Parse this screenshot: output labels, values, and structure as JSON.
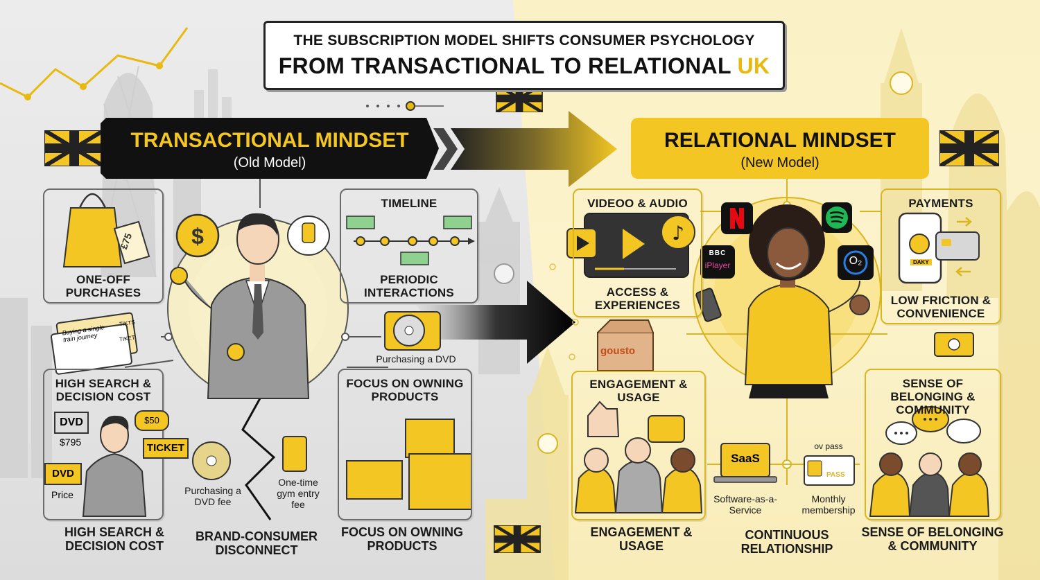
{
  "title": {
    "line1": "THE SUBSCRIPTION MODEL SHIFTS CONSUMER PSYCHOLOGY",
    "line2_main": "FROM TRANSACTIONAL TO RELATIONAL",
    "line2_accent": "UK"
  },
  "left": {
    "heading": "TRANSACTIONAL MINDSET",
    "subheading": "(Old Model)",
    "cards": {
      "oneoff": {
        "title": "ONE-OFF PURCHASES",
        "tag": "£75"
      },
      "timeline": {
        "title": "TIMELINE",
        "caption": "PERIODIC INTERACTIONS"
      },
      "search": {
        "title": "HIGH SEARCH & DECISION COST",
        "dvd": "DVD",
        "price1": "$795",
        "price2": "$50",
        "ticket": "TICKET",
        "dvd2": "DVD",
        "price_label": "Price"
      },
      "owning": {
        "title": "FOCUS ON OWNING PRODUCTS"
      }
    },
    "ticket_text": "Buying a single train journey",
    "ticket_stub": "TIKTS",
    "ticket_stub2": "TIKET",
    "dvd_side": "Purchasing a DVD",
    "dvd_fee": "Purchasing a DVD fee",
    "gym_fee": "One-time gym entry fee",
    "bottom": {
      "search": "HIGH SEARCH & DECISION COST",
      "disconnect": "BRAND-CONSUMER DISCONNECT",
      "owning": "FOCUS ON OWNING PRODUCTS"
    }
  },
  "right": {
    "heading": "RELATIONAL MINDSET",
    "subheading": "(New Model)",
    "cards": {
      "video": {
        "title": "VIDEOO & AUDIO",
        "caption": "ACCESS & EXPERIENCES"
      },
      "payments": {
        "title": "PAYMENTS",
        "caption": "LOW FRICTION & CONVENIENCE",
        "card_text": "DAKY"
      },
      "engagement": {
        "title": "ENGAGEMENT & USAGE"
      },
      "belonging": {
        "title": "SENSE OF BELONGING & COMMUNITY"
      }
    },
    "logos": {
      "bbc_top": "BBC",
      "bbc_bottom": "iPlayer",
      "o2": "O₂"
    },
    "gousto": "gousto",
    "saas": {
      "box": "SaaS",
      "label": "Software-as-a-Service"
    },
    "membership": {
      "top": "ov pass",
      "card": "PASS",
      "label": "Monthly membership"
    },
    "bottom": {
      "engagement": "ENGAGEMENT & USAGE",
      "continuous": "CONTINUOUS RELATIONSHIP",
      "belonging": "SENSE OF BELONGING & COMMUNITY"
    }
  },
  "colors": {
    "accent": "#f3c623",
    "dark": "#111111",
    "grey": "#6b6b6b"
  }
}
